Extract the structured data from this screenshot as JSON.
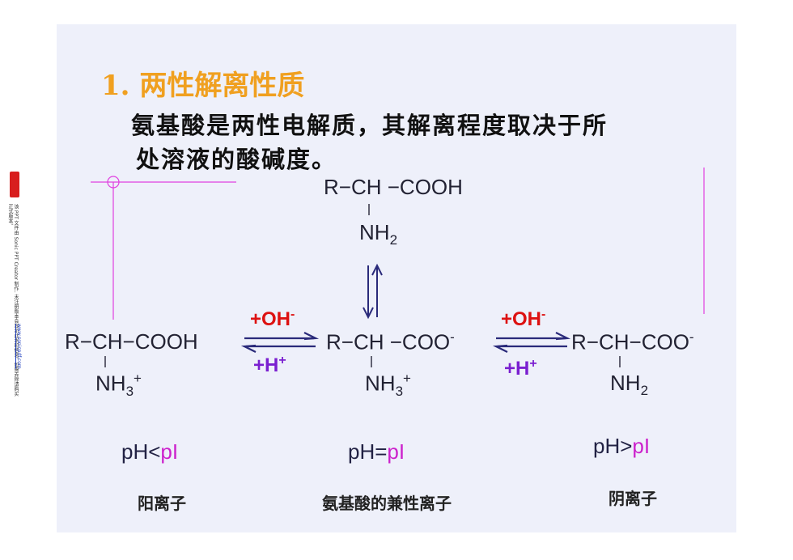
{
  "title": "1. 两性解离性质",
  "intro": {
    "line1": "氨基酸是两性电解质，其解离程度取决于所",
    "line2": "处溶液的酸碱度。"
  },
  "top_structure": {
    "chain": "R−CH −COOH",
    "group": "NH",
    "group_sub": "2"
  },
  "left_structure": {
    "chain": "R−CH−COOH",
    "group": "NH",
    "group_sub": "3",
    "group_sup": "+"
  },
  "middle_structure": {
    "chain": "R−CH −COO",
    "chain_sup": "-",
    "group": "NH",
    "group_sub": "3",
    "group_sup": "+"
  },
  "right_structure": {
    "chain": "R−CH−COO",
    "chain_sup": "-",
    "group": "NH",
    "group_sub": "2"
  },
  "reagents": {
    "oh_main": "+OH",
    "oh_sup": "-",
    "h_main": "+H",
    "h_sup": "+"
  },
  "ph_labels": {
    "left": "pH<",
    "middle": "pH=",
    "right": "pH>",
    "pi": "pI"
  },
  "captions": {
    "left": "阳离子",
    "middle": "氨基酸的兼性离子",
    "right": "阴离子"
  },
  "sidebar": {
    "text": "该 PPT 文件由 Sonic PPT Creator 制作. 未注册版本会显示此水印信息，如需去除请购买正式版本。",
    "link": "www.sonicpdf.com"
  },
  "colors": {
    "title": "#f0a020",
    "oh": "#dd1111",
    "h": "#7a1fd0",
    "pi": "#cc22cc",
    "arrow": "#2a2a7a",
    "guide": "#e040e0",
    "slide_bg": "#eef0fa"
  }
}
